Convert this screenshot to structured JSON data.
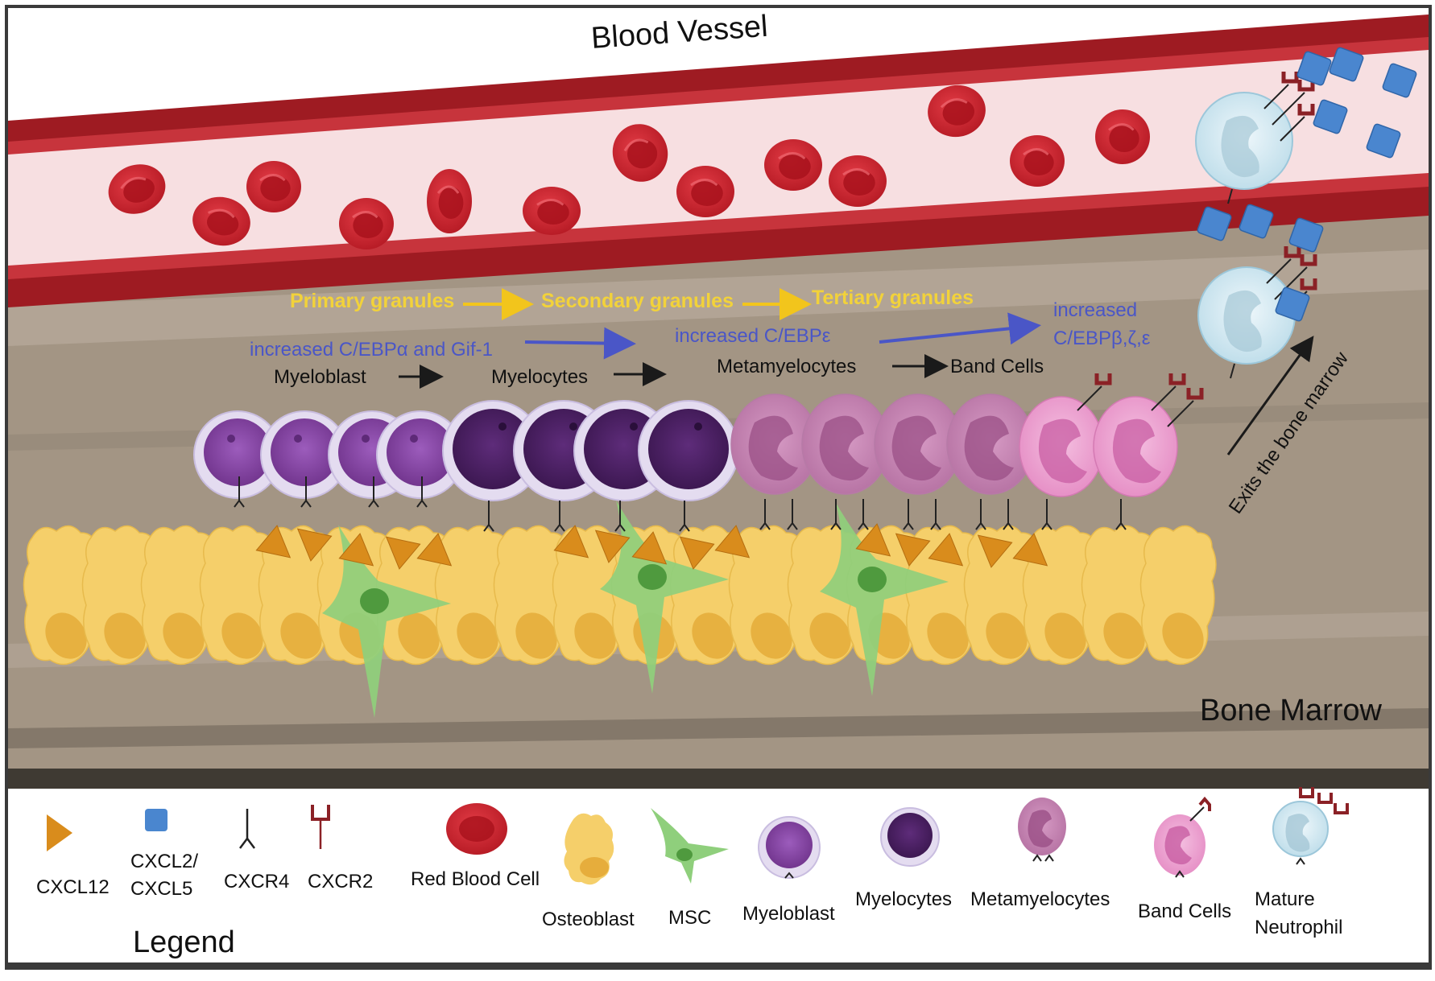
{
  "diagram": {
    "vessel_title": "Blood Vessel",
    "marrow_title": "Bone Marrow",
    "exit_label": "Exits the bone marrow",
    "granules": [
      "Primary granules",
      "Secondary granules",
      "Tertiary  granules"
    ],
    "regulators": {
      "first": "increased C/EBPα and Gif-1",
      "second": "increased C/EBPε",
      "third_line1": "increased",
      "third_line2": "C/EBPβ,ζ,ε"
    },
    "stages": [
      "Myeloblast",
      "Myelocytes",
      "Metamyelocytes",
      "Band Cells"
    ]
  },
  "legend": {
    "title": "Legend",
    "cxcl12": "CXCL12",
    "cxcl25_line1": "CXCL2/",
    "cxcl25_line2": "CXCL5",
    "cxcr4": "CXCR4",
    "cxcr2": "CXCR2",
    "rbc": "Red Blood Cell",
    "osteoblast": "Osteoblast",
    "msc": "MSC",
    "myeloblast": "Myeloblast",
    "myelocytes": "Myelocytes",
    "metamyelocytes": "Metamyelocytes",
    "band_cells": "Band Cells",
    "mature_line1": "Mature",
    "mature_line2": "Neutrophil"
  },
  "colors": {
    "vessel_wall": "#9e1b22",
    "vessel_lumen": "#f7dfe1",
    "rbc": "#d42a35",
    "marrow": "#a39584",
    "osteoblast": "#f5cf6a",
    "msc": "#8fcf7c",
    "cxcl12": "#d98c1c",
    "cxcl25": "#4a86cf",
    "cxcr2": "#8b2126",
    "myeloblast": "#8a4aa6",
    "myelocyte": "#4d2266",
    "metamyelocyte": "#c886b4",
    "band_cell": "#e79bcb",
    "mature_neutrophil": "#d6ebf4",
    "granule_text": "#f2d23a",
    "regulator_text": "#4a56c7"
  }
}
